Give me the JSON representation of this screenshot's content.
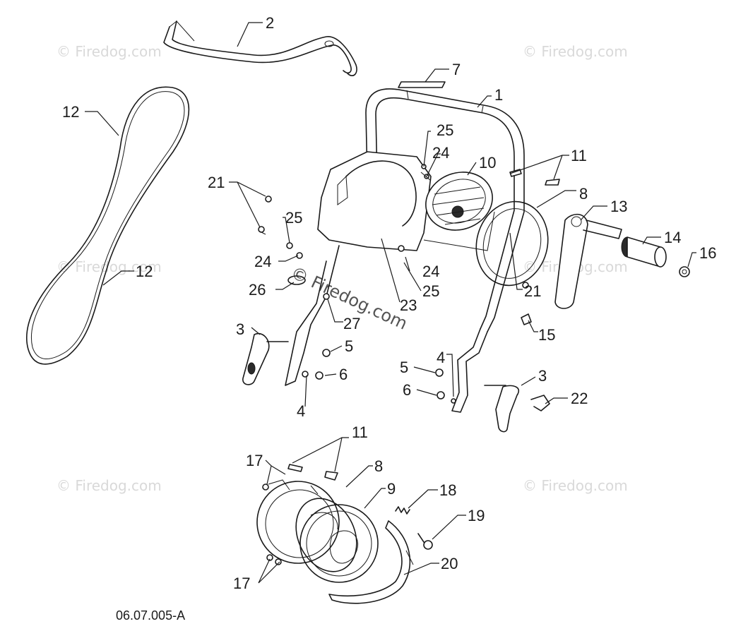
{
  "diagram": {
    "drawing_number": "06.07.005-A",
    "watermark_text": "© Firedog.com",
    "callouts": {
      "c1": "1",
      "c2": "2",
      "c3a": "3",
      "c3b": "3",
      "c4a": "4",
      "c4b": "4",
      "c5a": "5",
      "c5b": "5",
      "c6a": "6",
      "c6b": "6",
      "c7": "7",
      "c8a": "8",
      "c8b": "8",
      "c9": "9",
      "c10": "10",
      "c11a": "11",
      "c11b": "11",
      "c12a": "12",
      "c12b": "12",
      "c13": "13",
      "c14": "14",
      "c15": "15",
      "c16": "16",
      "c17a": "17",
      "c17b": "17",
      "c18": "18",
      "c19": "19",
      "c20": "20",
      "c21a": "21",
      "c21b": "21",
      "c22": "22",
      "c23": "23",
      "c24a": "24",
      "c24b": "24",
      "c24c": "24",
      "c25a": "25",
      "c25b": "25",
      "c25c": "25",
      "c26": "26",
      "c27": "27"
    }
  }
}
